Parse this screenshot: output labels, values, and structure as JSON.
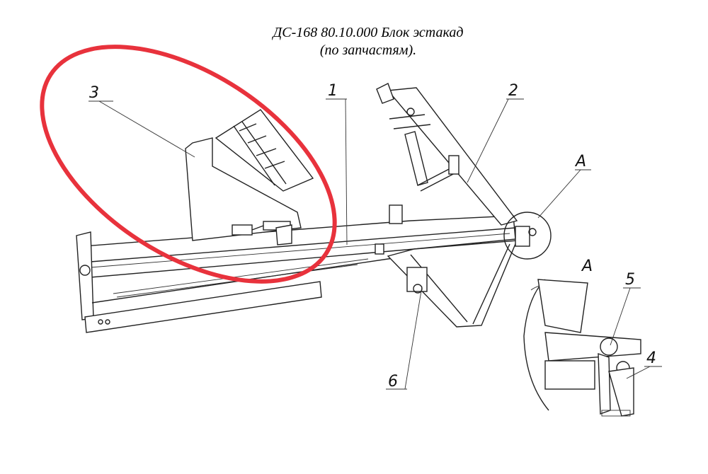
{
  "title": {
    "line1": "ДС-168 80.10.000 Блок эстакад",
    "line2": "(по запчастям)."
  },
  "callouts": {
    "item1": "1",
    "item2": "2",
    "item3": "3",
    "item4": "4",
    "item5": "5",
    "item6": "6",
    "detail_marker": "A",
    "detail_title": "A"
  },
  "highlight_color": "#e8323c"
}
